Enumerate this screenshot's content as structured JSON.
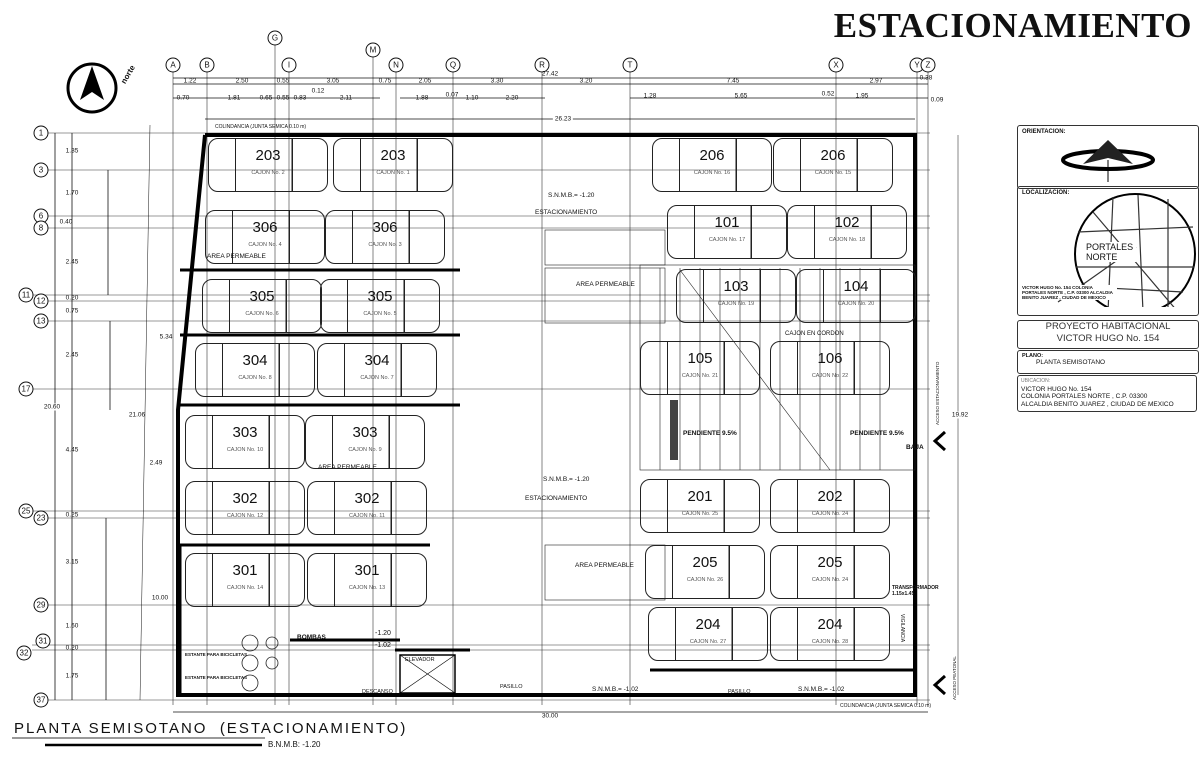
{
  "header": {
    "title": "ESTACIONAMIENTO"
  },
  "footer": {
    "plan_title": "PLANTA SEMISOTANO  (ESTACIONAMIENTO)",
    "level": "B.N.M.B: -1.20"
  },
  "north_label": "norte",
  "grid_columns": [
    "A",
    "B",
    "G",
    "I",
    "M",
    "N",
    "Q",
    "R",
    "T",
    "X",
    "Y",
    "Z"
  ],
  "grid_rows": [
    "1",
    "3",
    "6",
    "8",
    "11",
    "12",
    "13",
    "17",
    "25",
    "23",
    "29",
    "31",
    "32",
    "37"
  ],
  "dimensions": {
    "top_total": "27.42",
    "top_row": [
      "1.22",
      "2.50",
      "0.55",
      "3.05",
      "0.75",
      "2.05",
      "3.30",
      "3.20",
      "7.45",
      "2.97",
      "0.38"
    ],
    "top_row2": [
      "0.70",
      "1.81",
      "0.65",
      "0.55",
      "0.83",
      "0.12",
      "2.11",
      "1.88",
      "0.07",
      "1.10",
      "2.20",
      "1.28",
      "5.65",
      "0.52",
      "1.95",
      "0.09"
    ],
    "inner_width": "26.23",
    "bottom_total": "30.00",
    "left_row": [
      "1.35",
      "1.70",
      "0.40",
      "2.45",
      "0.20",
      "0.75",
      "2.45",
      "4.45",
      "0.25",
      "3.15",
      "1.60",
      "0.20",
      "1.75"
    ],
    "left_total": "20.60",
    "left_diag": [
      "21.06",
      "5.34",
      "2.49",
      "10.00"
    ],
    "right_total": "19.92"
  },
  "parking": [
    {
      "unit": "203",
      "cajon": "CAJON No. 2"
    },
    {
      "unit": "203",
      "cajon": "CAJON No. 1"
    },
    {
      "unit": "306",
      "cajon": "CAJON No. 4"
    },
    {
      "unit": "306",
      "cajon": "CAJON No. 3"
    },
    {
      "unit": "305",
      "cajon": "CAJON No. 6"
    },
    {
      "unit": "305",
      "cajon": "CAJON No. 5"
    },
    {
      "unit": "304",
      "cajon": "CAJON No. 8"
    },
    {
      "unit": "304",
      "cajon": "CAJON No. 7"
    },
    {
      "unit": "303",
      "cajon": "CAJON No. 10"
    },
    {
      "unit": "303",
      "cajon": "CAJON No. 9"
    },
    {
      "unit": "302",
      "cajon": "CAJON No. 12"
    },
    {
      "unit": "302",
      "cajon": "CAJON No. 11"
    },
    {
      "unit": "301",
      "cajon": "CAJON No. 14"
    },
    {
      "unit": "301",
      "cajon": "CAJON No. 13"
    },
    {
      "unit": "206",
      "cajon": "CAJON No. 16"
    },
    {
      "unit": "206",
      "cajon": "CAJON No. 15"
    },
    {
      "unit": "101",
      "cajon": "CAJON No. 17"
    },
    {
      "unit": "102",
      "cajon": "CAJON No. 18"
    },
    {
      "unit": "103",
      "cajon": "CAJON No. 19"
    },
    {
      "unit": "104",
      "cajon": "CAJON No. 20"
    },
    {
      "unit": "105",
      "cajon": "CAJON No. 21"
    },
    {
      "unit": "106",
      "cajon": "CAJON No. 22"
    },
    {
      "unit": "201",
      "cajon": "CAJON No. 25"
    },
    {
      "unit": "202",
      "cajon": "CAJON No. 24"
    },
    {
      "unit": "205",
      "cajon": "CAJON No. 26"
    },
    {
      "unit": "205",
      "cajon": "CAJON No. 24"
    },
    {
      "unit": "204",
      "cajon": "CAJON No. 27"
    },
    {
      "unit": "204",
      "cajon": "CAJON No. 28"
    }
  ],
  "labels": {
    "estacionamiento": "ESTACIONAMIENTO",
    "area_permeable": "AREA PERMEABLE",
    "snmb_120": "S.N.M.B.= -1.20",
    "snmb_102": "S.N.M.B.= -1.02",
    "pendiente": "PENDIENTE 9.5%",
    "baja": "BAJA",
    "colindancia": "COLINDANCIA (JUNTA SEMICA 0.10 m)",
    "bombas": "BOMBAS",
    "elevador": "ELEVADOR",
    "descanso": "DESCANSO",
    "pasillo": "PASILLO",
    "estante": "ESTANTE PARA BICICLETAS",
    "transformador": "TRANSFORMADOR 1.15x1.45",
    "vigilancia": "VIGILANCIA",
    "acceso_vehicular": "ACCESO ESTACIONAMIENTO",
    "acceso_peatonal": "ACCESO PEATONAL",
    "cajon_cordon": "CAJON EN CORDON",
    "level_m120": "-1.20",
    "level_m102": "-1.02"
  },
  "info_panel": {
    "orientation_label": "ORIENTACION:",
    "location_label": "LOCALIZACION:",
    "map_neighborhood": "PORTALES NORTE",
    "map_address": "VICTOR HUGO No. 154 COLONIA PORTALES NORTE , C.P. 03300 ALCALDIA BENITO JUAREZ , CIUDAD DE MEXICO",
    "project_line1": "PROYECTO HABITACIONAL",
    "project_line2": "VICTOR HUGO No. 154",
    "plan_label": "PLANO:",
    "plan_value": "PLANTA SEMISOTANO",
    "location_head": "UBICACION:",
    "address_line1": "VICTOR HUGO No. 154",
    "address_line2": "COLONIA PORTALES NORTE , C.P. 03300",
    "address_line3": "ALCALDIA BENITO JUAREZ , CIUDAD DE MEXICO"
  }
}
